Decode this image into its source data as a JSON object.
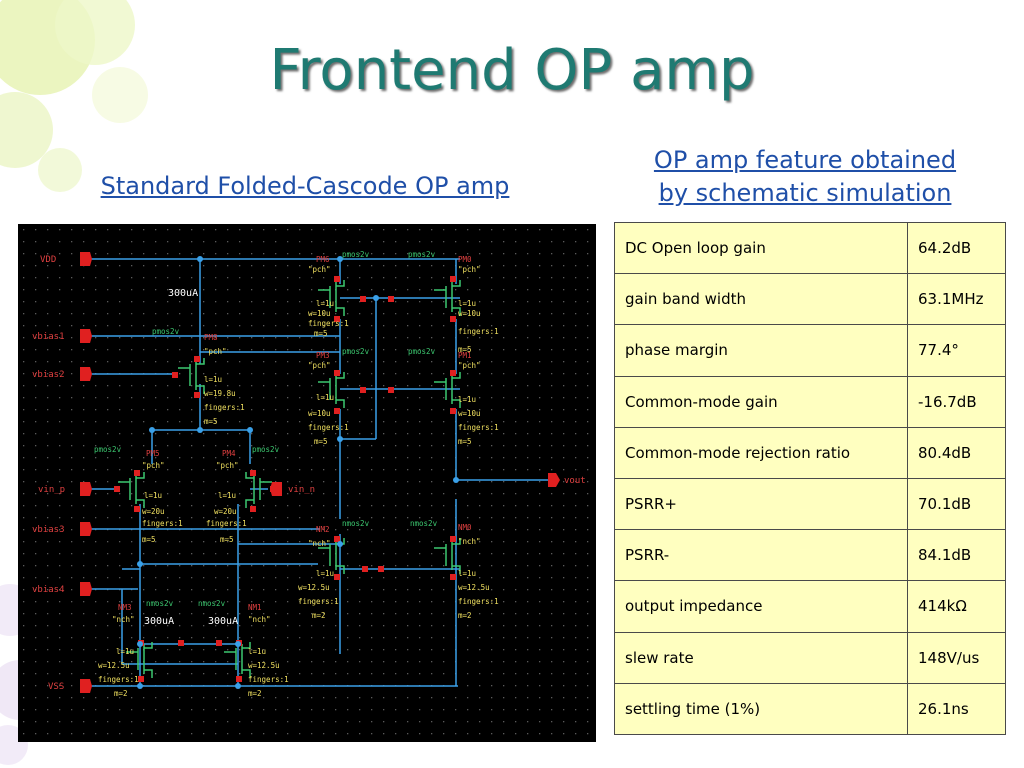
{
  "slide": {
    "title": "Frontend OP amp",
    "left_heading": "Standard Folded-Cascode OP amp",
    "right_heading_line1": "OP amp feature obtained",
    "right_heading_line2": "by schematic simulation"
  },
  "schematic": {
    "pins": {
      "vdd": "VDD",
      "vbias1": "vbias1",
      "vbias2": "vbias2",
      "vin_p": "vin_p",
      "vin_n": "vin_n",
      "vbias3": "vbias3",
      "vbias4": "vbias4",
      "vss": "VSS",
      "vout": "vout"
    },
    "current_labels": {
      "top": "300uA",
      "bottom_left": "300uA",
      "bottom_right": "300uA"
    },
    "devices": {
      "pm6": {
        "model": "pmos2v",
        "name": "PM6",
        "cell": "\"pch\"",
        "l": "l=1u",
        "w": "w=10u",
        "fingers": "fingers:1",
        "m": "m=5"
      },
      "pm0": {
        "model": "pmos2v",
        "name": "PM0",
        "cell": "\"pch\"",
        "l": "l=1u",
        "w": "w=10u",
        "fingers": "fingers:1",
        "m": "m=5"
      },
      "pm3": {
        "model": "pmos2v",
        "name": "PM3",
        "cell": "\"pch\"",
        "l": "l=1u",
        "w": "w=10u",
        "fingers": "fingers:1",
        "m": "m=5"
      },
      "pm1": {
        "model": "pmos2v",
        "name": "PM1",
        "cell": "\"pch\"",
        "l": "l=1u",
        "w": "w=10u",
        "fingers": "fingers:1",
        "m": "m=5"
      },
      "pm8": {
        "model": "pmos2v",
        "name": "PM8",
        "cell": "\"pch\"",
        "l": "l=1u",
        "w": "w=19.8u",
        "fingers": "fingers:1",
        "m": "m=5"
      },
      "pm5": {
        "model": "pmos2v",
        "name": "PM5",
        "cell": "\"pch\"",
        "l": "l=1u",
        "w": "w=20u",
        "fingers": "fingers:1",
        "m": "m=5"
      },
      "pm4": {
        "model": "pmos2v",
        "name": "PM4",
        "cell": "\"pch\"",
        "l": "l=1u",
        "w": "w=20u",
        "fingers": "fingers:1",
        "m": "m=5"
      },
      "nm2": {
        "model": "nmos2v",
        "name": "NM2",
        "cell": "\"nch\"",
        "l": "l=1u",
        "w": "w=12.5u",
        "fingers": "fingers:1",
        "m": "m=2"
      },
      "nm0": {
        "model": "nmos2v",
        "name": "NM0",
        "cell": "\"nch\"",
        "l": "l=1u",
        "w": "w=12.5u",
        "fingers": "fingers:1",
        "m": "m=2"
      },
      "nm3": {
        "model": "nmos2v",
        "name": "NM3",
        "cell": "\"nch\"",
        "l": "l=1u",
        "w": "w=12.5u",
        "fingers": "fingers:1",
        "m": "m=2"
      },
      "nm1": {
        "model": "nmos2v",
        "name": "NM1",
        "cell": "\"nch\"",
        "l": "l=1u",
        "w": "w=12.5u",
        "fingers": "fingers:1",
        "m": "m=2"
      }
    }
  },
  "specs": [
    {
      "param": "DC Open loop gain",
      "value": "64.2dB"
    },
    {
      "param": "gain  band width",
      "value": "63.1MHz"
    },
    {
      "param": "phase margin",
      "value": "77.4°"
    },
    {
      "param": "Common-mode gain",
      "value": "-16.7dB"
    },
    {
      "param": "Common-mode rejection ratio",
      "value": "80.4dB"
    },
    {
      "param": "PSRR+",
      "value": "70.1dB"
    },
    {
      "param": "PSRR-",
      "value": "84.1dB"
    },
    {
      "param": "output impedance",
      "value": "414kΩ"
    },
    {
      "param": "slew rate",
      "value": "148V/us"
    },
    {
      "param": "settling time (1%)",
      "value": "26.1ns"
    }
  ]
}
